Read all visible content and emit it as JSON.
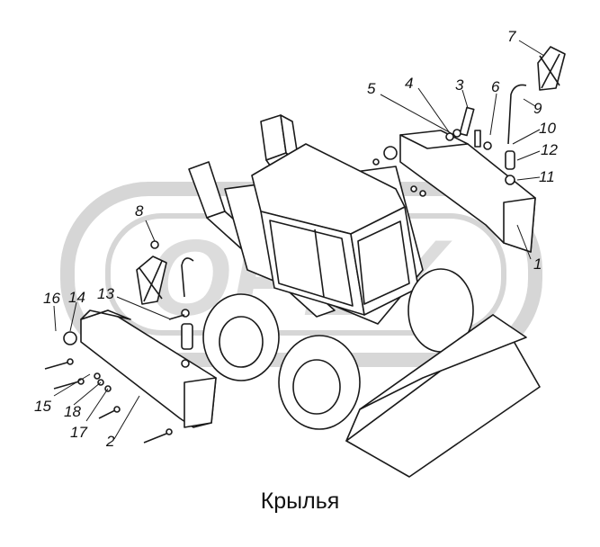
{
  "caption": "Крылья",
  "watermark": "OPEX",
  "callouts": [
    "1",
    "2",
    "3",
    "4",
    "5",
    "6",
    "7",
    "8",
    "9",
    "10",
    "11",
    "12",
    "13",
    "14",
    "15",
    "16",
    "17",
    "18"
  ],
  "colors": {
    "line": "#1a1a1a",
    "watermark": "#d0d0d0",
    "fill": "#ffffff"
  }
}
